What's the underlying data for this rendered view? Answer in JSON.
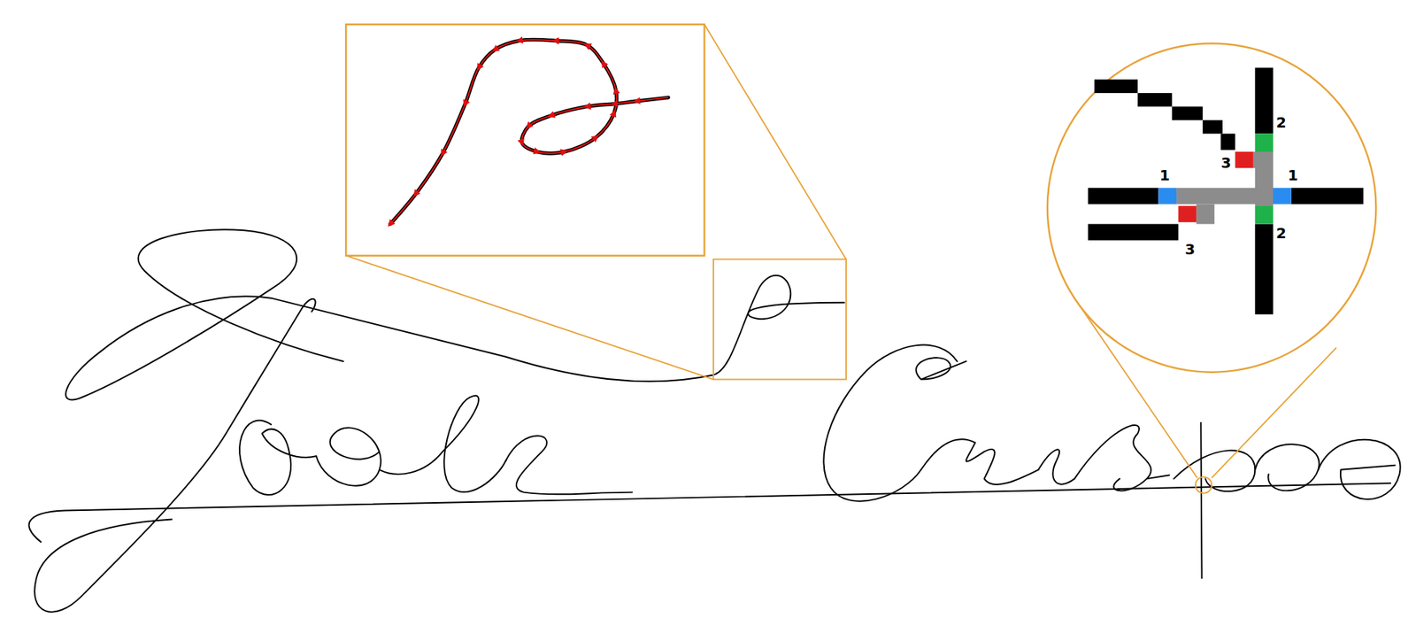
{
  "diagram": {
    "labels": [
      "2",
      "3",
      "1",
      "1",
      "2",
      "3"
    ]
  }
}
